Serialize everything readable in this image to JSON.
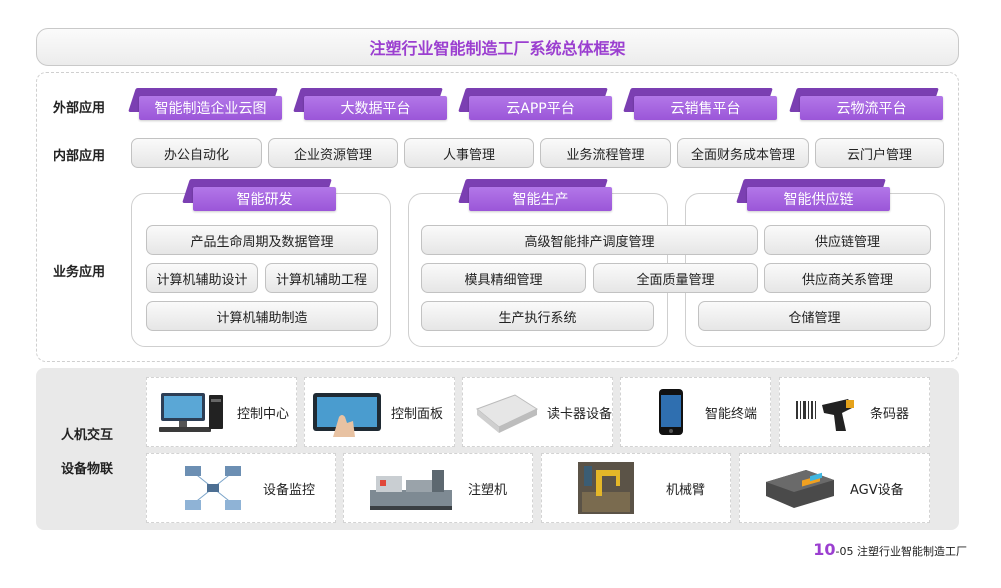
{
  "title": "注塑行业智能制造工厂系统总体框架",
  "rows": {
    "external": "外部应用",
    "internal": "内部应用",
    "business": "业务应用",
    "hmi": "人机交互",
    "iot": "设备物联"
  },
  "external_apps": [
    "智能制造企业云图",
    "大数据平台",
    "云APP平台",
    "云销售平台",
    "云物流平台"
  ],
  "internal_apps": [
    "办公自动化",
    "企业资源管理",
    "人事管理",
    "业务流程管理",
    "全面财务成本管理",
    "云门户管理"
  ],
  "groups": {
    "rd": {
      "title": "智能研发",
      "items": [
        "产品生命周期及数据管理",
        "计算机辅助设计",
        "计算机辅助工程",
        "计算机辅助制造"
      ]
    },
    "production": {
      "title": "智能生产",
      "items": [
        "高级智能排产调度管理",
        "模具精细管理",
        "全面质量管理",
        "生产执行系统"
      ]
    },
    "supply": {
      "title": "智能供应链",
      "items": [
        "供应链管理",
        "供应商关系管理",
        "仓储管理"
      ]
    }
  },
  "devices_row1": [
    "控制中心",
    "控制面板",
    "读卡器设备",
    "智能终端",
    "条码器"
  ],
  "devices_row2": [
    "设备监控",
    "注塑机",
    "机械臂",
    "AGV设备"
  ],
  "footer": {
    "page_num": "10",
    "page_suffix": "-05 注塑行业智能制造工厂"
  },
  "colors": {
    "accent": "#9b3fd0",
    "tab_front": "#a868e3",
    "tab_back": "#7b3fb2"
  }
}
